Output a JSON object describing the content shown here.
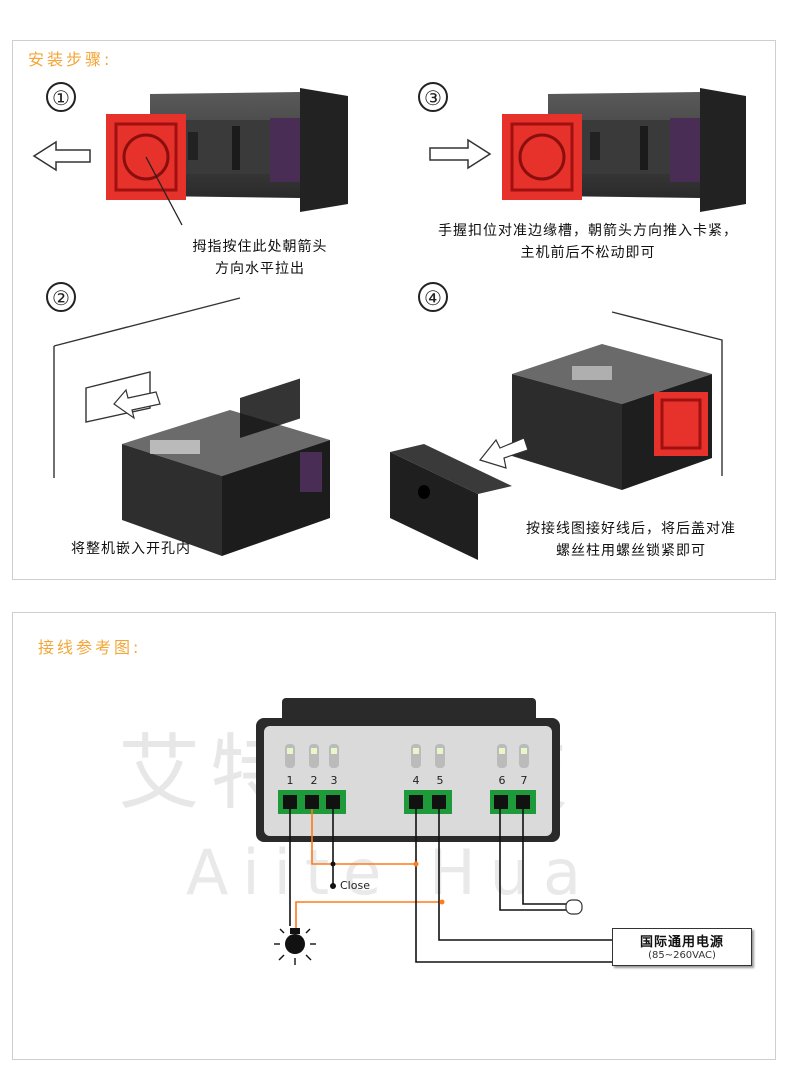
{
  "install": {
    "title": "安装步骤:",
    "steps": [
      {
        "num": "①",
        "caption": [
          "拇指按住此处朝箭头",
          "方向水平拉出"
        ]
      },
      {
        "num": "②",
        "caption": [
          "将整机嵌入开孔内"
        ]
      },
      {
        "num": "③",
        "caption": [
          "手握扣位对准边缘槽，朝箭头方向推入卡紧，",
          "主机前后不松动即可"
        ]
      },
      {
        "num": "④",
        "caption": [
          "按接线图接好线后，将后盖对准",
          "螺丝柱用螺丝锁紧即可"
        ]
      }
    ]
  },
  "wiring": {
    "title": "接线参考图:",
    "watermark_cn": "艾特华科技",
    "watermark_en": "Aiite Hua",
    "terminals": [
      "1",
      "2",
      "3",
      "4",
      "5",
      "6",
      "7"
    ],
    "close_label": "Close",
    "power_title": "国际通用电源",
    "power_sub": "(85~260VAC)",
    "colors": {
      "orange_wire": "#ff7a1a",
      "black_wire": "#111111",
      "terminal_green": "#1f9a3a",
      "accent": "#f3a637"
    }
  }
}
